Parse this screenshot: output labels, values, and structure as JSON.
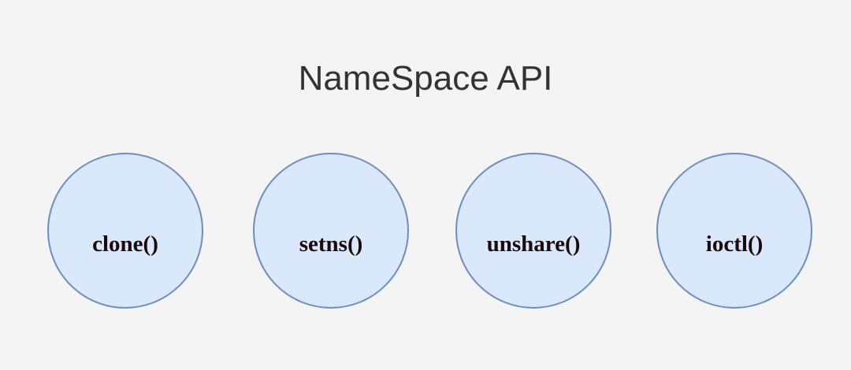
{
  "title": "NameSpace API",
  "colors": {
    "background": "#f4f4f4",
    "node_fill": "#dae8fc",
    "node_stroke": "#6c8ebf",
    "title_text": "#333333",
    "node_text": "#1a0a0a"
  },
  "nodes": [
    {
      "label": "clone()"
    },
    {
      "label": "setns()"
    },
    {
      "label": "unshare()"
    },
    {
      "label": "ioctl()"
    }
  ]
}
